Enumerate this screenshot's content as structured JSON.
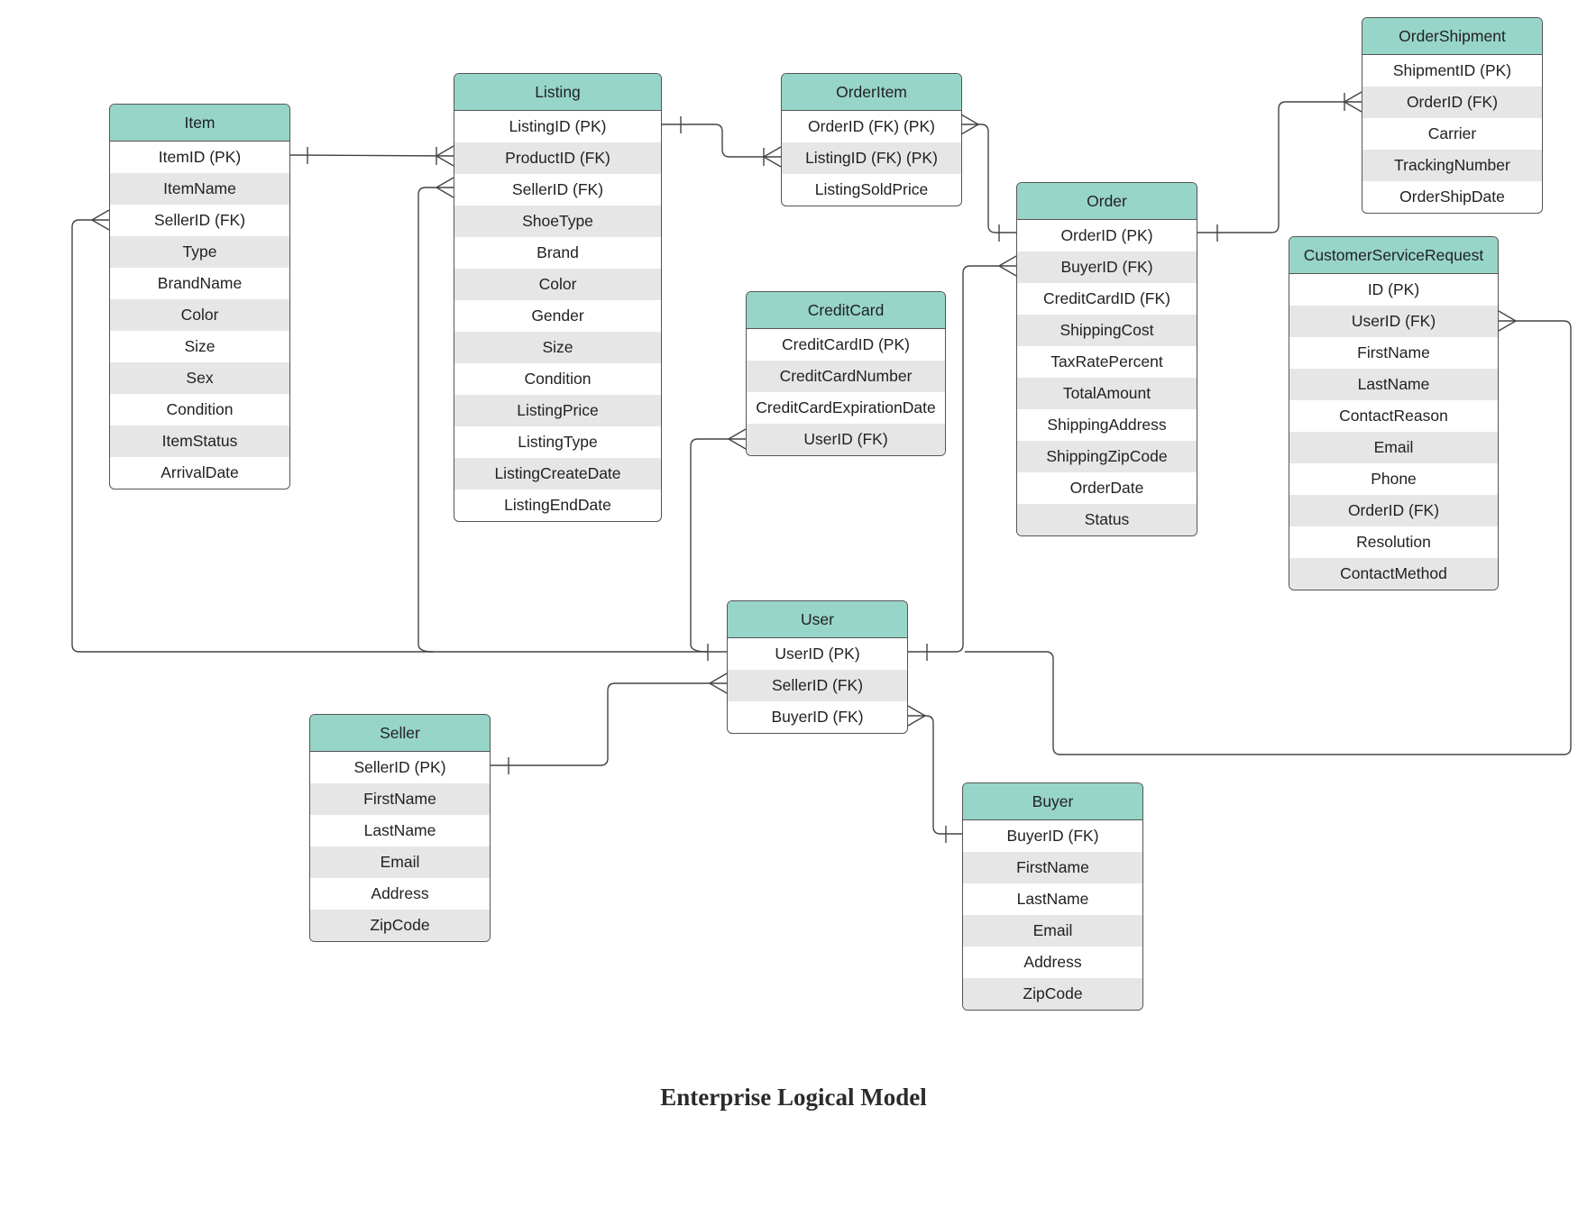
{
  "title": "Enterprise Logical Model",
  "colors": {
    "header": "#97d5c9",
    "stripe": "#e6e6e6",
    "border": "#555555",
    "line": "#444444"
  },
  "entities": {
    "item": {
      "name": "Item",
      "fields": [
        "ItemID (PK)",
        "ItemName",
        "SellerID (FK)",
        "Type",
        "BrandName",
        "Color",
        "Size",
        "Sex",
        "Condition",
        "ItemStatus",
        "ArrivalDate"
      ]
    },
    "listing": {
      "name": "Listing",
      "fields": [
        "ListingID (PK)",
        "ProductID (FK)",
        "SellerID (FK)",
        "ShoeType",
        "Brand",
        "Color",
        "Gender",
        "Size",
        "Condition",
        "ListingPrice",
        "ListingType",
        "ListingCreateDate",
        "ListingEndDate"
      ]
    },
    "orderitem": {
      "name": "OrderItem",
      "fields": [
        "OrderID (FK) (PK)",
        "ListingID (FK) (PK)",
        "ListingSoldPrice"
      ]
    },
    "order": {
      "name": "Order",
      "fields": [
        "OrderID (PK)",
        "BuyerID (FK)",
        "CreditCardID (FK)",
        "ShippingCost",
        "TaxRatePercent",
        "TotalAmount",
        "ShippingAddress",
        "ShippingZipCode",
        "OrderDate",
        "Status"
      ]
    },
    "ordershipment": {
      "name": "OrderShipment",
      "fields": [
        "ShipmentID (PK)",
        "OrderID (FK)",
        "Carrier",
        "TrackingNumber",
        "OrderShipDate"
      ]
    },
    "customerservicerequest": {
      "name": "CustomerServiceRequest",
      "fields": [
        "ID (PK)",
        "UserID (FK)",
        "FirstName",
        "LastName",
        "ContactReason",
        "Email",
        "Phone",
        "OrderID (FK)",
        "Resolution",
        "ContactMethod"
      ]
    },
    "creditcard": {
      "name": "CreditCard",
      "fields": [
        "CreditCardID (PK)",
        "CreditCardNumber",
        "CreditCardExpirationDate",
        "UserID (FK)"
      ]
    },
    "user": {
      "name": "User",
      "fields": [
        "UserID (PK)",
        "SellerID (FK)",
        "BuyerID (FK)"
      ]
    },
    "seller": {
      "name": "Seller",
      "fields": [
        "SellerID (PK)",
        "FirstName",
        "LastName",
        "Email",
        "Address",
        "ZipCode"
      ]
    },
    "buyer": {
      "name": "Buyer",
      "fields": [
        "BuyerID (FK)",
        "FirstName",
        "LastName",
        "Email",
        "Address",
        "ZipCode"
      ]
    }
  },
  "relationships": [
    {
      "from": "Item",
      "to": "Listing",
      "from_end": "one",
      "to_end": "many"
    },
    {
      "from": "Listing",
      "to": "OrderItem",
      "from_end": "one",
      "to_end": "many"
    },
    {
      "from": "OrderItem",
      "to": "Order",
      "from_end": "many",
      "to_end": "one"
    },
    {
      "from": "Order",
      "to": "OrderShipment",
      "from_end": "one",
      "to_end": "many"
    },
    {
      "from": "User",
      "to": "Item",
      "from_end": "one",
      "to_end": "many"
    },
    {
      "from": "User",
      "to": "Listing",
      "from_end": "one",
      "to_end": "many"
    },
    {
      "from": "User",
      "to": "CreditCard",
      "from_end": "one",
      "to_end": "many"
    },
    {
      "from": "User",
      "to": "Order",
      "from_end": "one",
      "to_end": "many"
    },
    {
      "from": "User",
      "to": "CustomerServiceRequest",
      "from_end": "one",
      "to_end": "many"
    },
    {
      "from": "Seller",
      "to": "User",
      "from_end": "one",
      "to_end": "many"
    },
    {
      "from": "Buyer",
      "to": "User",
      "from_end": "one",
      "to_end": "many"
    }
  ]
}
